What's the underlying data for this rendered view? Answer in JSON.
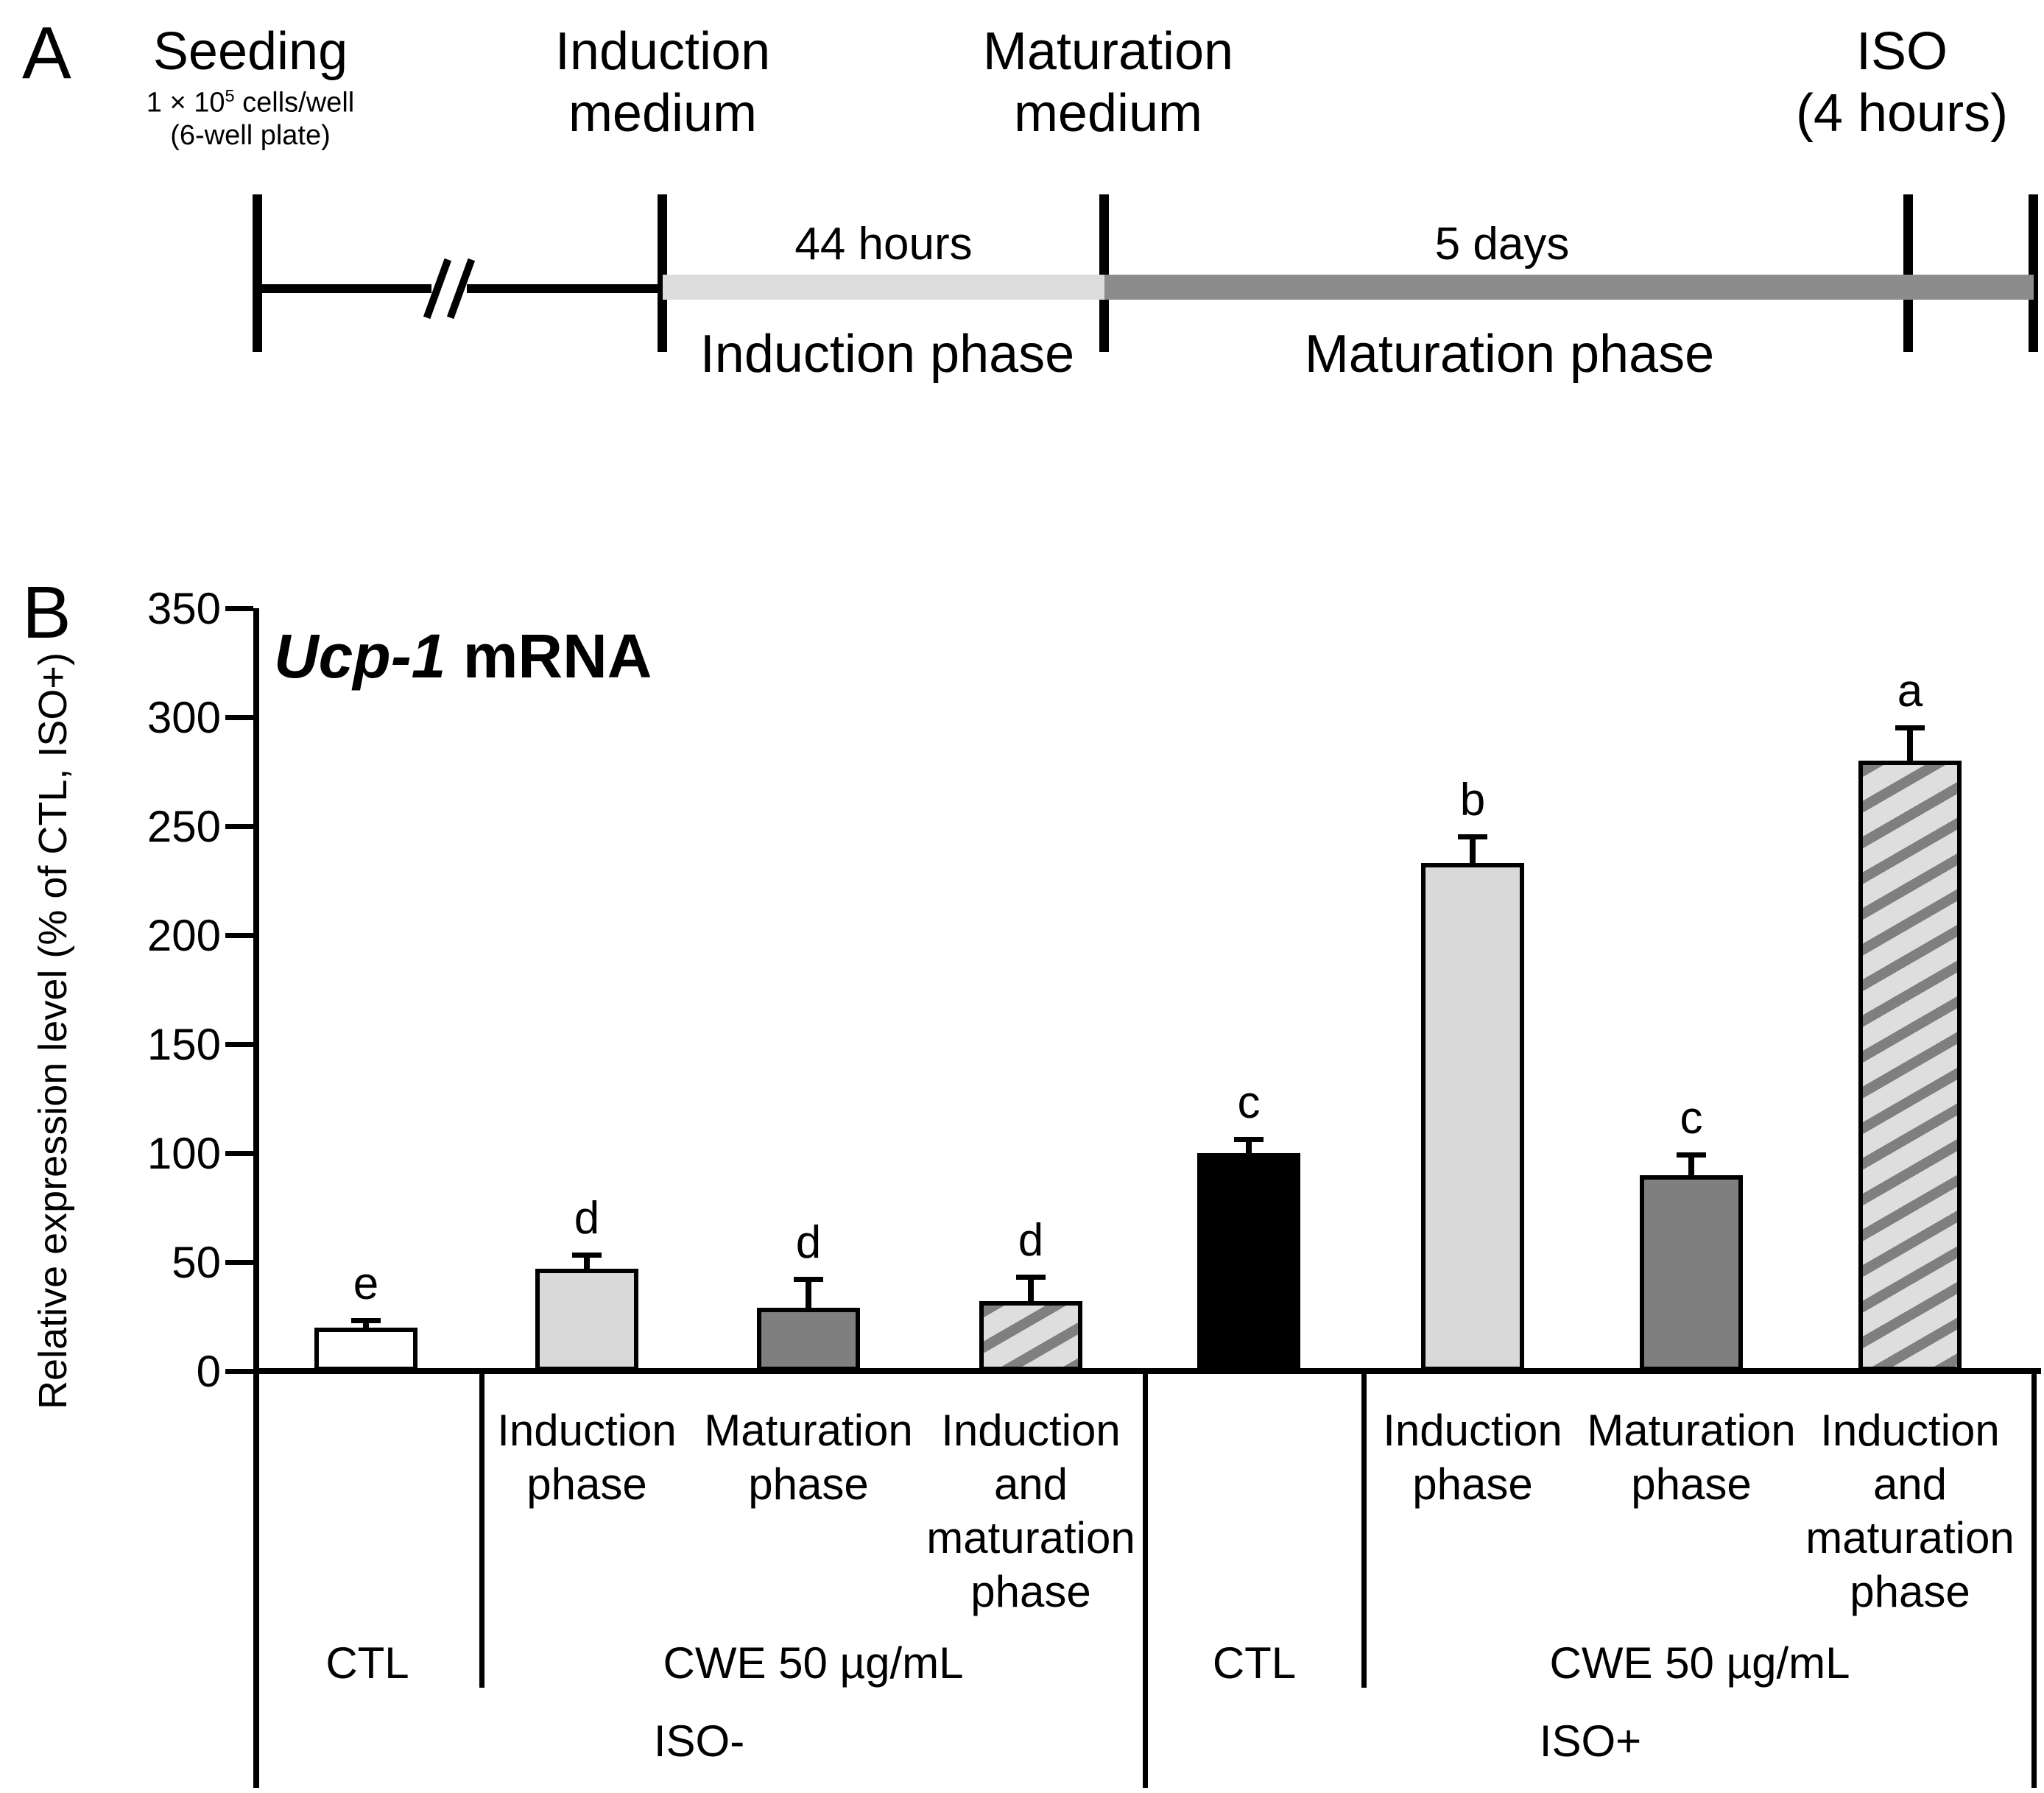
{
  "panel_a": {
    "label": "A",
    "milestones": [
      {
        "title_lines": [
          "Seeding"
        ],
        "subtitle_pre": "1 × 10",
        "subtitle_sup": "5",
        "subtitle_post": " cells/well",
        "subtitle_line2": "(6-well plate)"
      },
      {
        "title_lines": [
          "Induction",
          "medium"
        ]
      },
      {
        "title_lines": [
          "Maturation",
          "medium"
        ]
      },
      {
        "title_lines": [
          "ISO",
          "(4 hours)"
        ]
      }
    ],
    "durations": [
      "44 hours",
      "5 days"
    ],
    "phase_labels": [
      "Induction phase",
      "Maturation phase"
    ],
    "colors": {
      "induction_bar": "#dcdcdc",
      "maturation_bar": "#8c8c8c",
      "line": "#000000"
    }
  },
  "chart_data": {
    "type": "bar",
    "panel_label": "B",
    "title": "Ucp-1 mRNA",
    "title_gene": "Ucp-1",
    "title_suffix": " mRNA",
    "ylabel": "Relative expression level (% of CTL, ISO+)",
    "ylim": [
      0,
      350
    ],
    "yticks": [
      0,
      50,
      100,
      150,
      200,
      250,
      300,
      350
    ],
    "grid": false,
    "legend": "none",
    "bars": [
      {
        "group": "ISO-",
        "treatment": "CTL",
        "phase_lines": [],
        "value": 20,
        "error": 2,
        "letter": "e",
        "fill": "white"
      },
      {
        "group": "ISO-",
        "treatment": "CWE 50 µg/mL",
        "phase_lines": [
          "Induction",
          "phase"
        ],
        "value": 47,
        "error": 5,
        "letter": "d",
        "fill": "lightgray"
      },
      {
        "group": "ISO-",
        "treatment": "CWE 50 µg/mL",
        "phase_lines": [
          "Maturation",
          "phase"
        ],
        "value": 29,
        "error": 12,
        "letter": "d",
        "fill": "gray"
      },
      {
        "group": "ISO-",
        "treatment": "CWE 50 µg/mL",
        "phase_lines": [
          "Induction",
          "and",
          "maturation",
          "phase"
        ],
        "value": 32,
        "error": 10,
        "letter": "d",
        "fill": "hatch"
      },
      {
        "group": "ISO+",
        "treatment": "CTL",
        "phase_lines": [],
        "value": 100,
        "error": 5,
        "letter": "c",
        "fill": "black"
      },
      {
        "group": "ISO+",
        "treatment": "CWE 50 µg/mL",
        "phase_lines": [
          "Induction",
          "phase"
        ],
        "value": 233,
        "error": 11,
        "letter": "b",
        "fill": "lightgray"
      },
      {
        "group": "ISO+",
        "treatment": "CWE 50 µg/mL",
        "phase_lines": [
          "Maturation",
          "phase"
        ],
        "value": 90,
        "error": 8,
        "letter": "c",
        "fill": "gray"
      },
      {
        "group": "ISO+",
        "treatment": "CWE 50 µg/mL",
        "phase_lines": [
          "Induction",
          "and",
          "maturation",
          "phase"
        ],
        "value": 280,
        "error": 14,
        "letter": "a",
        "fill": "hatch"
      }
    ],
    "treatment_row": [
      "CTL",
      "CWE 50 µg/mL",
      "CTL",
      "CWE 50 µg/mL"
    ],
    "group_row": [
      "ISO-",
      "ISO+"
    ],
    "colors": {
      "white": "#ffffff",
      "lightgray": "#d9d9d9",
      "gray": "#7f7f7f",
      "black": "#000000",
      "hatch_bg": "#dedede",
      "hatch_stripe": "#7f7f7f",
      "axis": "#000000"
    }
  }
}
